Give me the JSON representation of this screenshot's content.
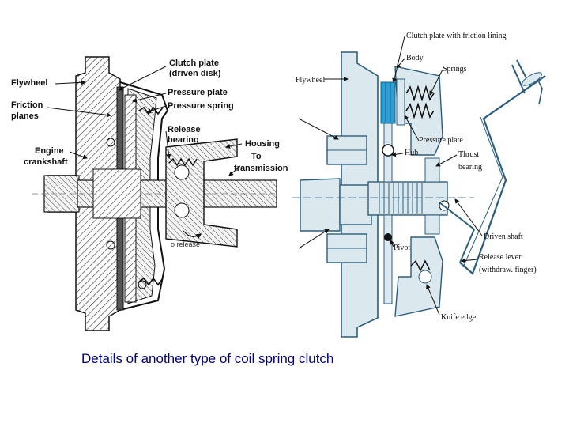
{
  "left_diagram": {
    "labels": {
      "flywheel": "Flywheel",
      "friction_planes_1": "Friction",
      "friction_planes_2": "planes",
      "engine_crankshaft_1": "Engine",
      "engine_crankshaft_2": "crankshaft",
      "clutch_plate_1": "Clutch plate",
      "clutch_plate_2": "(driven disk)",
      "pressure_plate": "Pressure plate",
      "pressure_spring": "Pressure spring",
      "release_bearing_1": "Release",
      "release_bearing_2": "bearing",
      "housing": "Housing",
      "to_transmission_1": "To",
      "to_transmission_2": "transmission",
      "to_release": "o release"
    }
  },
  "right_diagram": {
    "labels": {
      "clutch_plate_lining": "Clutch plate with friction lining",
      "body": "Body",
      "springs": "Springs",
      "flywheel": "Flywheel",
      "pressure_plate": "Pressure plate",
      "hub": "Hub",
      "thrust_bearing_1": "Thrust",
      "thrust_bearing_2": "bearing",
      "driven_shaft": "Driven shaft",
      "pivot": "Pivot",
      "release_lever_1": "Release lever",
      "release_lever_2": "(withdraw. finger)",
      "knife_edge": "Knife edge"
    }
  },
  "caption": "Details of another type of coil spring clutch",
  "colors": {
    "steel_blue_fill": "#dbe9ef",
    "blue_outline": "#2b5d7c",
    "friction_lining": "#2a9fd6",
    "caption_text": "#000080"
  }
}
